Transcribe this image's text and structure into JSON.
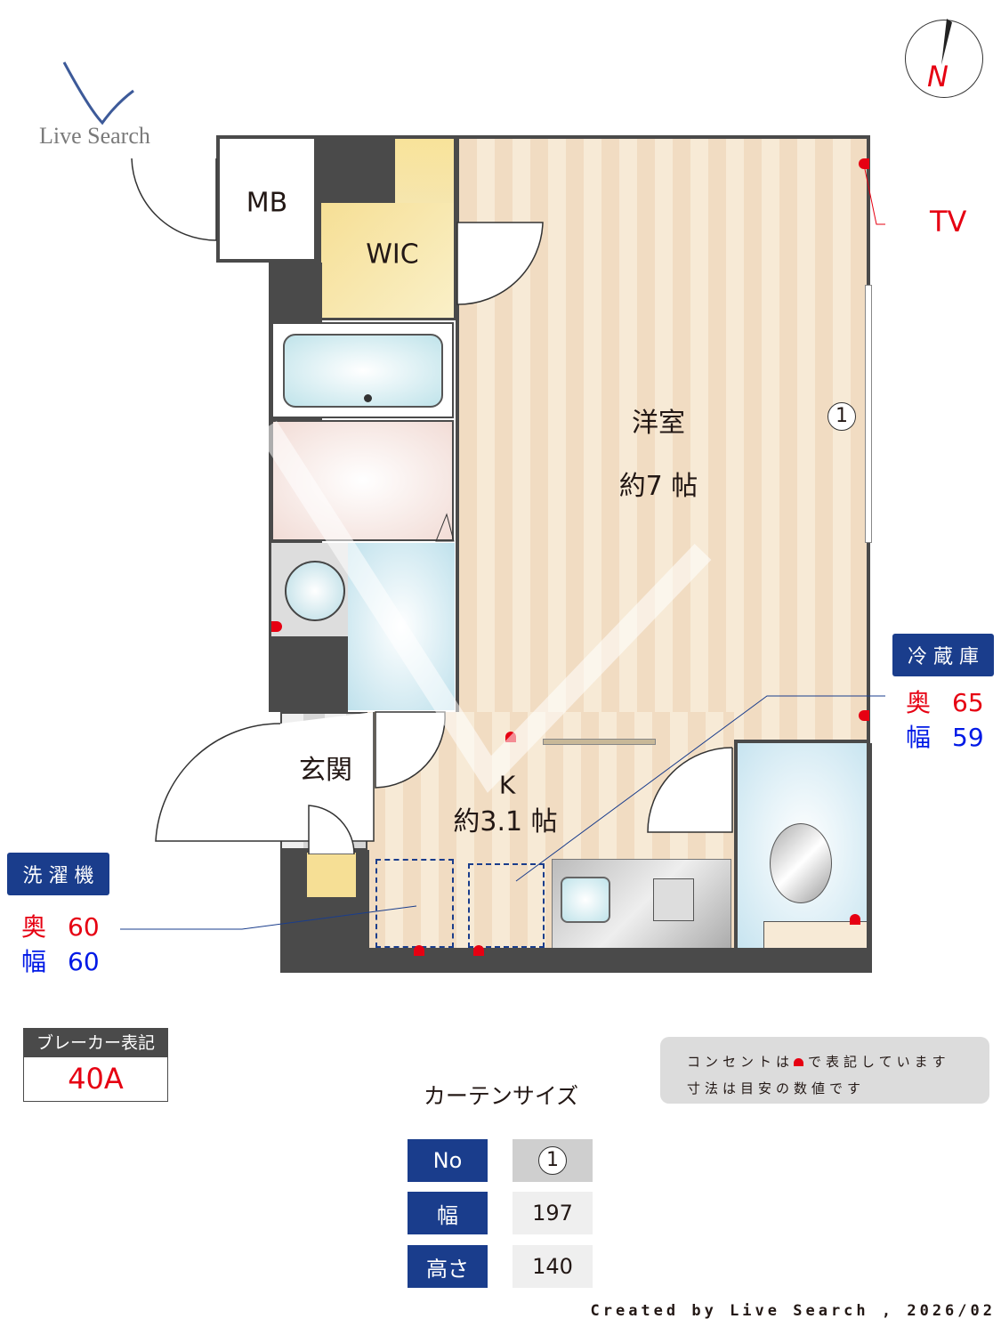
{
  "logo": {
    "text": "Live Search"
  },
  "compass": {
    "label": "N",
    "color": "#e60012"
  },
  "rooms": {
    "western": {
      "name": "洋室",
      "size": "約7 帖"
    },
    "kitchen": {
      "name": "K",
      "size": "約3.1 帖"
    },
    "mb": "MB",
    "wic": "WIC",
    "entrance": "玄関"
  },
  "window_marker": "1",
  "tv_label": "TV",
  "fridge": {
    "title": "冷 蔵 庫",
    "depth_label": "奥",
    "depth": "65",
    "width_label": "幅",
    "width": "59"
  },
  "washer": {
    "title": "洗 濯 機",
    "depth_label": "奥",
    "depth": "60",
    "width_label": "幅",
    "width": "60"
  },
  "breaker": {
    "title": "ブレーカー表記",
    "value": "40A"
  },
  "note": {
    "line1_a": "コンセントは",
    "line1_b": "で表記しています",
    "line2": "寸法は目安の数値です"
  },
  "curtain": {
    "title": "カーテンサイズ",
    "rows": [
      {
        "label": "No",
        "value": "1"
      },
      {
        "label": "幅",
        "value": "197"
      },
      {
        "label": "高さ",
        "value": "140"
      }
    ]
  },
  "footer": "Created by Live Search , 2026/02",
  "colors": {
    "navy": "#1a3d8c",
    "red": "#e60012",
    "blue": "#0019e6",
    "wall": "#4a4a4a"
  },
  "watermark": "Live Search"
}
